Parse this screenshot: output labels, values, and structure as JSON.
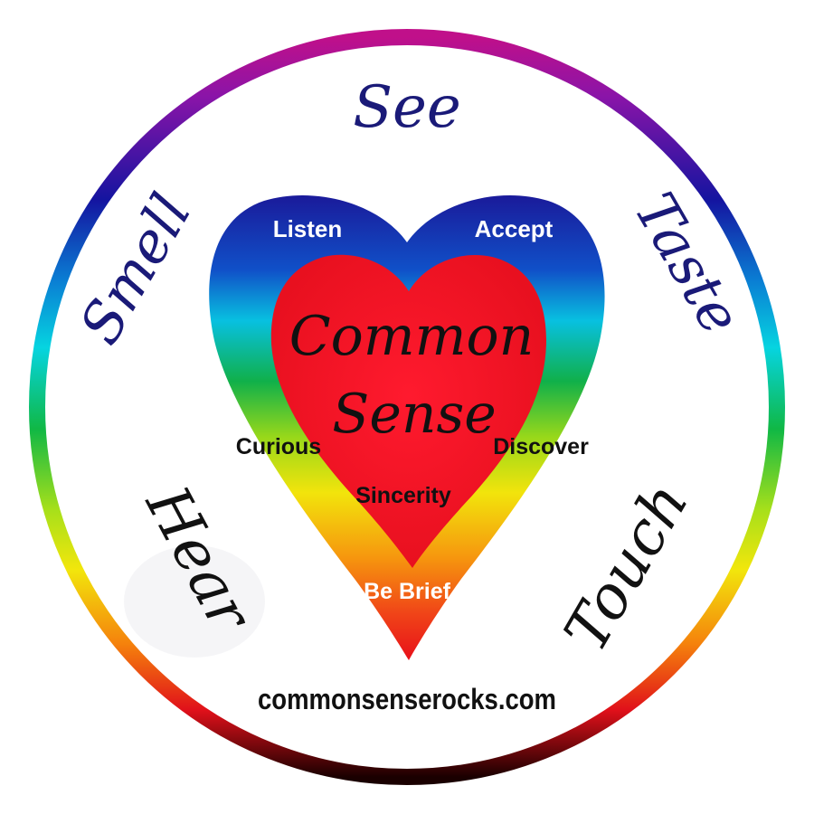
{
  "senses": {
    "top": "See",
    "upper_left": "Smell",
    "upper_right": "Taste",
    "lower_left": "Hear",
    "lower_right": "Touch"
  },
  "heart": {
    "title_line1": "Common",
    "title_line2": "Sense",
    "words": {
      "listen": "Listen",
      "accept": "Accept",
      "curious": "Curious",
      "discover": "Discover",
      "sincerity": "Sincerity",
      "be_brief": "Be Brief"
    }
  },
  "website": "commonsenserocks.com",
  "colors": {
    "sense_blue": "#1a1a78",
    "sense_black": "#111111",
    "heart_red": "#f0192a",
    "white_text": "#ffffff",
    "black_text": "#111111"
  }
}
